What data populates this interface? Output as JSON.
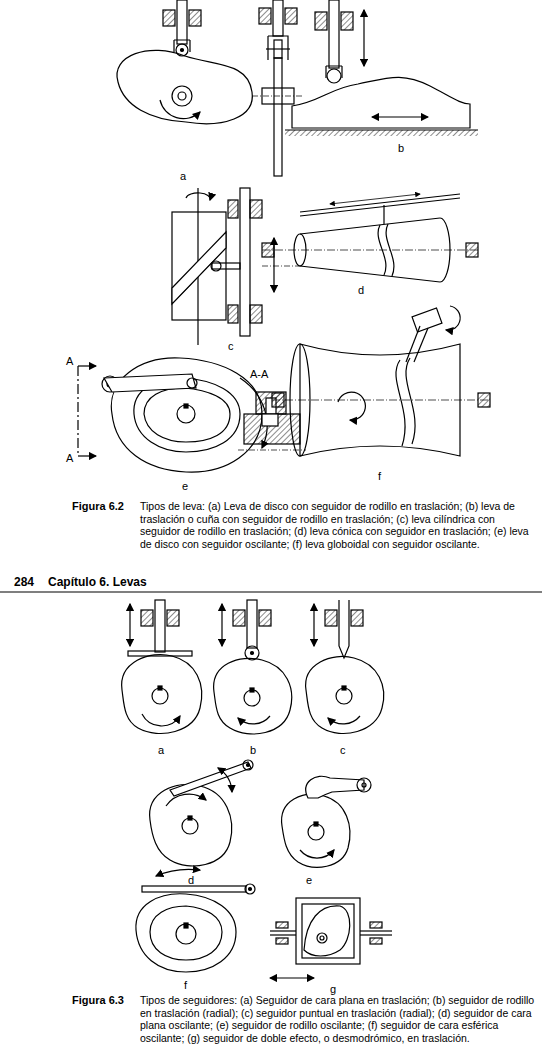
{
  "diagram": {
    "labels": [
      "a",
      "b",
      "c",
      "d",
      "A",
      "A",
      "A-A",
      "e",
      "f",
      "Figura 6.2",
      "Tipos de leva: (a) Leva de disco con seguidor de rodillo en traslación; (b) leva de traslación o cuña con seguidor de rodillo en traslación; (c) leva cilíndrica con seguidor de rodillo en traslación; (d) leva cónica con seguidor en traslación; (e) leva de disco con seguidor oscilante; (f) leva globoidal con seguidor oscilante.",
      "284",
      "Capítulo 6. Levas",
      "a",
      "b",
      "c",
      "d",
      "e",
      "f",
      "g",
      "Figura 6.3",
      "Tipos de seguidores: (a) Seguidor de cara plana en traslación; (b) seguidor de rodillo en traslación (radial); (c) seguidor puntual en traslación (radial); (d) seguidor de cara plana oscilante; (e) seguidor de rodillo oscilante; (f) seguidor de cara esférica oscilante; (g) seguidor de doble efecto, o desmodrómico, en traslación."
    ]
  }
}
